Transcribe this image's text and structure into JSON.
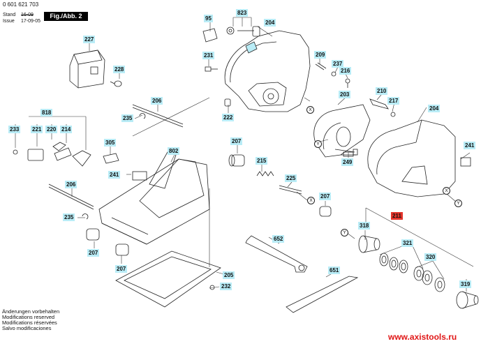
{
  "header": {
    "doc_number": "0 601 621 703",
    "stand_label": "Stand",
    "issue_label": "Issue",
    "date_old": "16-09",
    "date_new": "17-09-05",
    "fig_label": "Fig./Abb. 2"
  },
  "notes": [
    "Änderungen vorbehalten",
    "Modifications reserved",
    "Modifications réservées",
    "Salvo modificaciones"
  ],
  "website": "www.axistools.ru",
  "colors": {
    "label_bg": "#b9ecf6",
    "highlight_bg": "#e3332a",
    "url": "#e01616"
  },
  "parts": {
    "p95": "95",
    "p823": "823",
    "p204a": "204",
    "p231": "231",
    "p209": "209",
    "p237": "237",
    "p216": "216",
    "p227": "227",
    "p228": "228",
    "p206a": "206",
    "p235a": "235",
    "p222": "222",
    "p203": "203",
    "p210": "210",
    "p217": "217",
    "p204b": "204",
    "p818": "818",
    "p233": "233",
    "p221": "221",
    "p220": "220",
    "p214": "214",
    "p305": "305",
    "p802": "802",
    "p207a": "207",
    "p215": "215",
    "p241a": "241",
    "p249": "249",
    "p241b": "241",
    "p206b": "206",
    "p225": "225",
    "p207b": "207",
    "p235b": "235",
    "p211": "211",
    "p318": "318",
    "p652": "652",
    "p321": "321",
    "p207c": "207",
    "p207d": "207",
    "p320": "320",
    "p651": "651",
    "p205": "205",
    "p232": "232",
    "p319": "319"
  },
  "markers": {
    "x1": "X",
    "x2": "X",
    "x3": "X",
    "y1": "Y",
    "y2": "Y"
  }
}
